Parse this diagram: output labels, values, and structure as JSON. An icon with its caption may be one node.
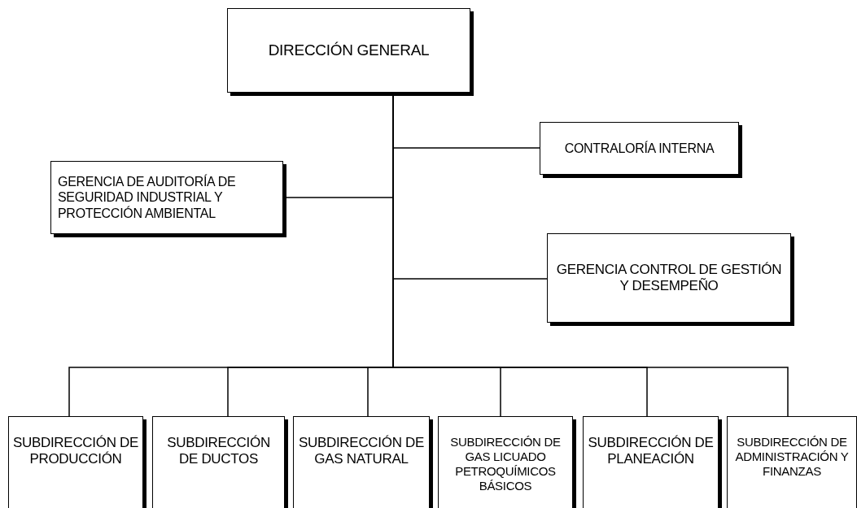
{
  "diagram": {
    "nodes": [
      {
        "text": [
          "DIRECCIÓN GENERAL"
        ]
      },
      {
        "text": [
          "CONTRALORÍA INTERNA"
        ]
      },
      {
        "text": [
          "GERENCIA DE AUDITORÍA DE SEGURIDAD INDUSTRIAL Y PROTECCIÓN AMBIENTAL"
        ]
      },
      {
        "text": [
          "GERENCIA CONTROL DE GESTIÓN Y DESEMPEÑO"
        ]
      },
      {
        "text": [
          "SUBDIRECCIÓN DE PRODUCCIÓN"
        ]
      },
      {
        "text": [
          "SUBDIRECCIÓN DE DUCTOS"
        ]
      },
      {
        "text": [
          "SUBDIRECCIÓN DE GAS NATURAL"
        ]
      },
      {
        "text": [
          "SUBDIRECCIÓN DE GAS LICUADO PETROQUÍMICOS BÁSICOS"
        ]
      },
      {
        "text": [
          "SUBDIRECCIÓN DE PLANEACIÓN"
        ]
      },
      {
        "text": [
          "SUBDIRECCIÓN DE ADMINISTRACIÓN Y FINANZAS"
        ]
      }
    ],
    "edges": [
      {
        "from": 0,
        "to": 1,
        "arrow": "none"
      },
      {
        "from": 0,
        "to": 2,
        "arrow": "none"
      },
      {
        "from": 0,
        "to": 3,
        "arrow": "none"
      },
      {
        "from": 0,
        "to": 4,
        "arrow": "none"
      },
      {
        "from": 0,
        "to": 5,
        "arrow": "none"
      },
      {
        "from": 0,
        "to": 6,
        "arrow": "none"
      },
      {
        "from": 0,
        "to": 7,
        "arrow": "none"
      },
      {
        "from": 0,
        "to": 8,
        "arrow": "none"
      },
      {
        "from": 0,
        "to": 9,
        "arrow": "none"
      }
    ]
  }
}
